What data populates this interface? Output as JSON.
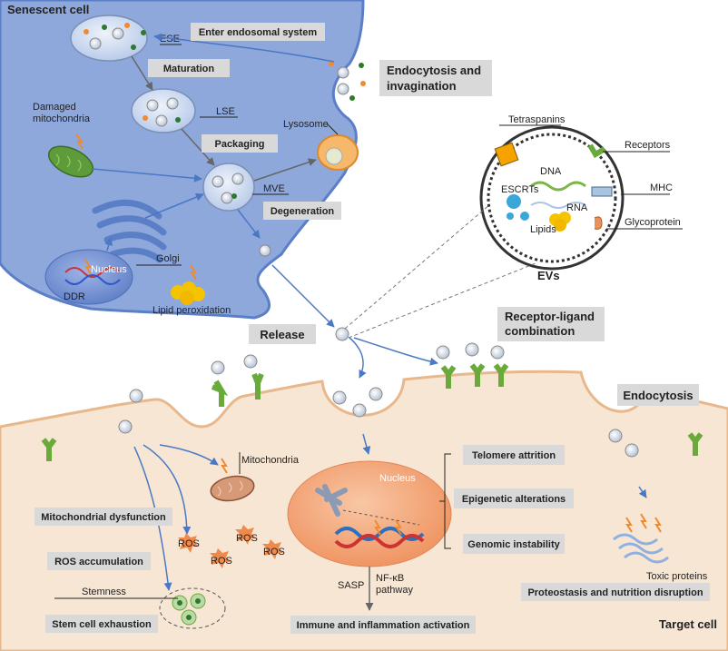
{
  "labels": {
    "senescent_cell": "Senescent cell",
    "target_cell": "Target cell",
    "ese": "ESE",
    "lse": "LSE",
    "mve": "MVE",
    "lysosome": "Lysosome",
    "damaged_mito": [
      "Damaged",
      "mitochondria"
    ],
    "golgi": "Golgi",
    "nucleus_sen": "Nucleus",
    "ddr": "DDR",
    "lipid_perox": "Lipid peroxidation",
    "tetraspanins": "Tetraspanins",
    "receptors": "Receptors",
    "mhc": "MHC",
    "glycoprotein": "Glycoprotein",
    "dna": "DNA",
    "escrts": "ESCRTs",
    "rna": "RNA",
    "lipids": "Lipids",
    "evs": "EVs",
    "mitochondria": "Mitochondria",
    "nucleus_target": "Nucleus",
    "ros": "ROS",
    "stemness": "Stemness",
    "sasp": "SASP",
    "nfkb": [
      "NF-κB",
      "pathway"
    ],
    "toxic_proteins": "Toxic proteins"
  },
  "boxes": {
    "enter_endosomal": "Enter endosomal system",
    "maturation": "Maturation",
    "packaging": "Packaging",
    "degeneration": "Degeneration",
    "endocytosis_invagination": [
      "Endocytosis and",
      "invagination"
    ],
    "release": "Release",
    "receptor_ligand": [
      "Receptor-ligand",
      "combination"
    ],
    "endocytosis": "Endocytosis",
    "telomere": "Telomere attrition",
    "epigenetic": "Epigenetic alterations",
    "genomic": "Genomic instability",
    "mito_dysfunction": "Mitochondrial dysfunction",
    "ros_accumulation": "ROS accumulation",
    "stem_exhaustion": "Stem cell exhaustion",
    "immune": "Immune and inflammation activation",
    "proteostasis": "Proteostasis and nutrition disruption"
  },
  "colors": {
    "senescent_fill": "#8ea8dc",
    "senescent_edge": "#5b7fc7",
    "target_fill": "#f8e6d4",
    "target_edge": "#e8b88c",
    "nucleus_fill": "#f2a475",
    "arrow_blue": "#4a78c4",
    "arrow_grey": "#666666",
    "box_grey": "#d9d9d9",
    "ros_orange": "#f08a4b",
    "green_receptor": "#6aaa3a"
  }
}
